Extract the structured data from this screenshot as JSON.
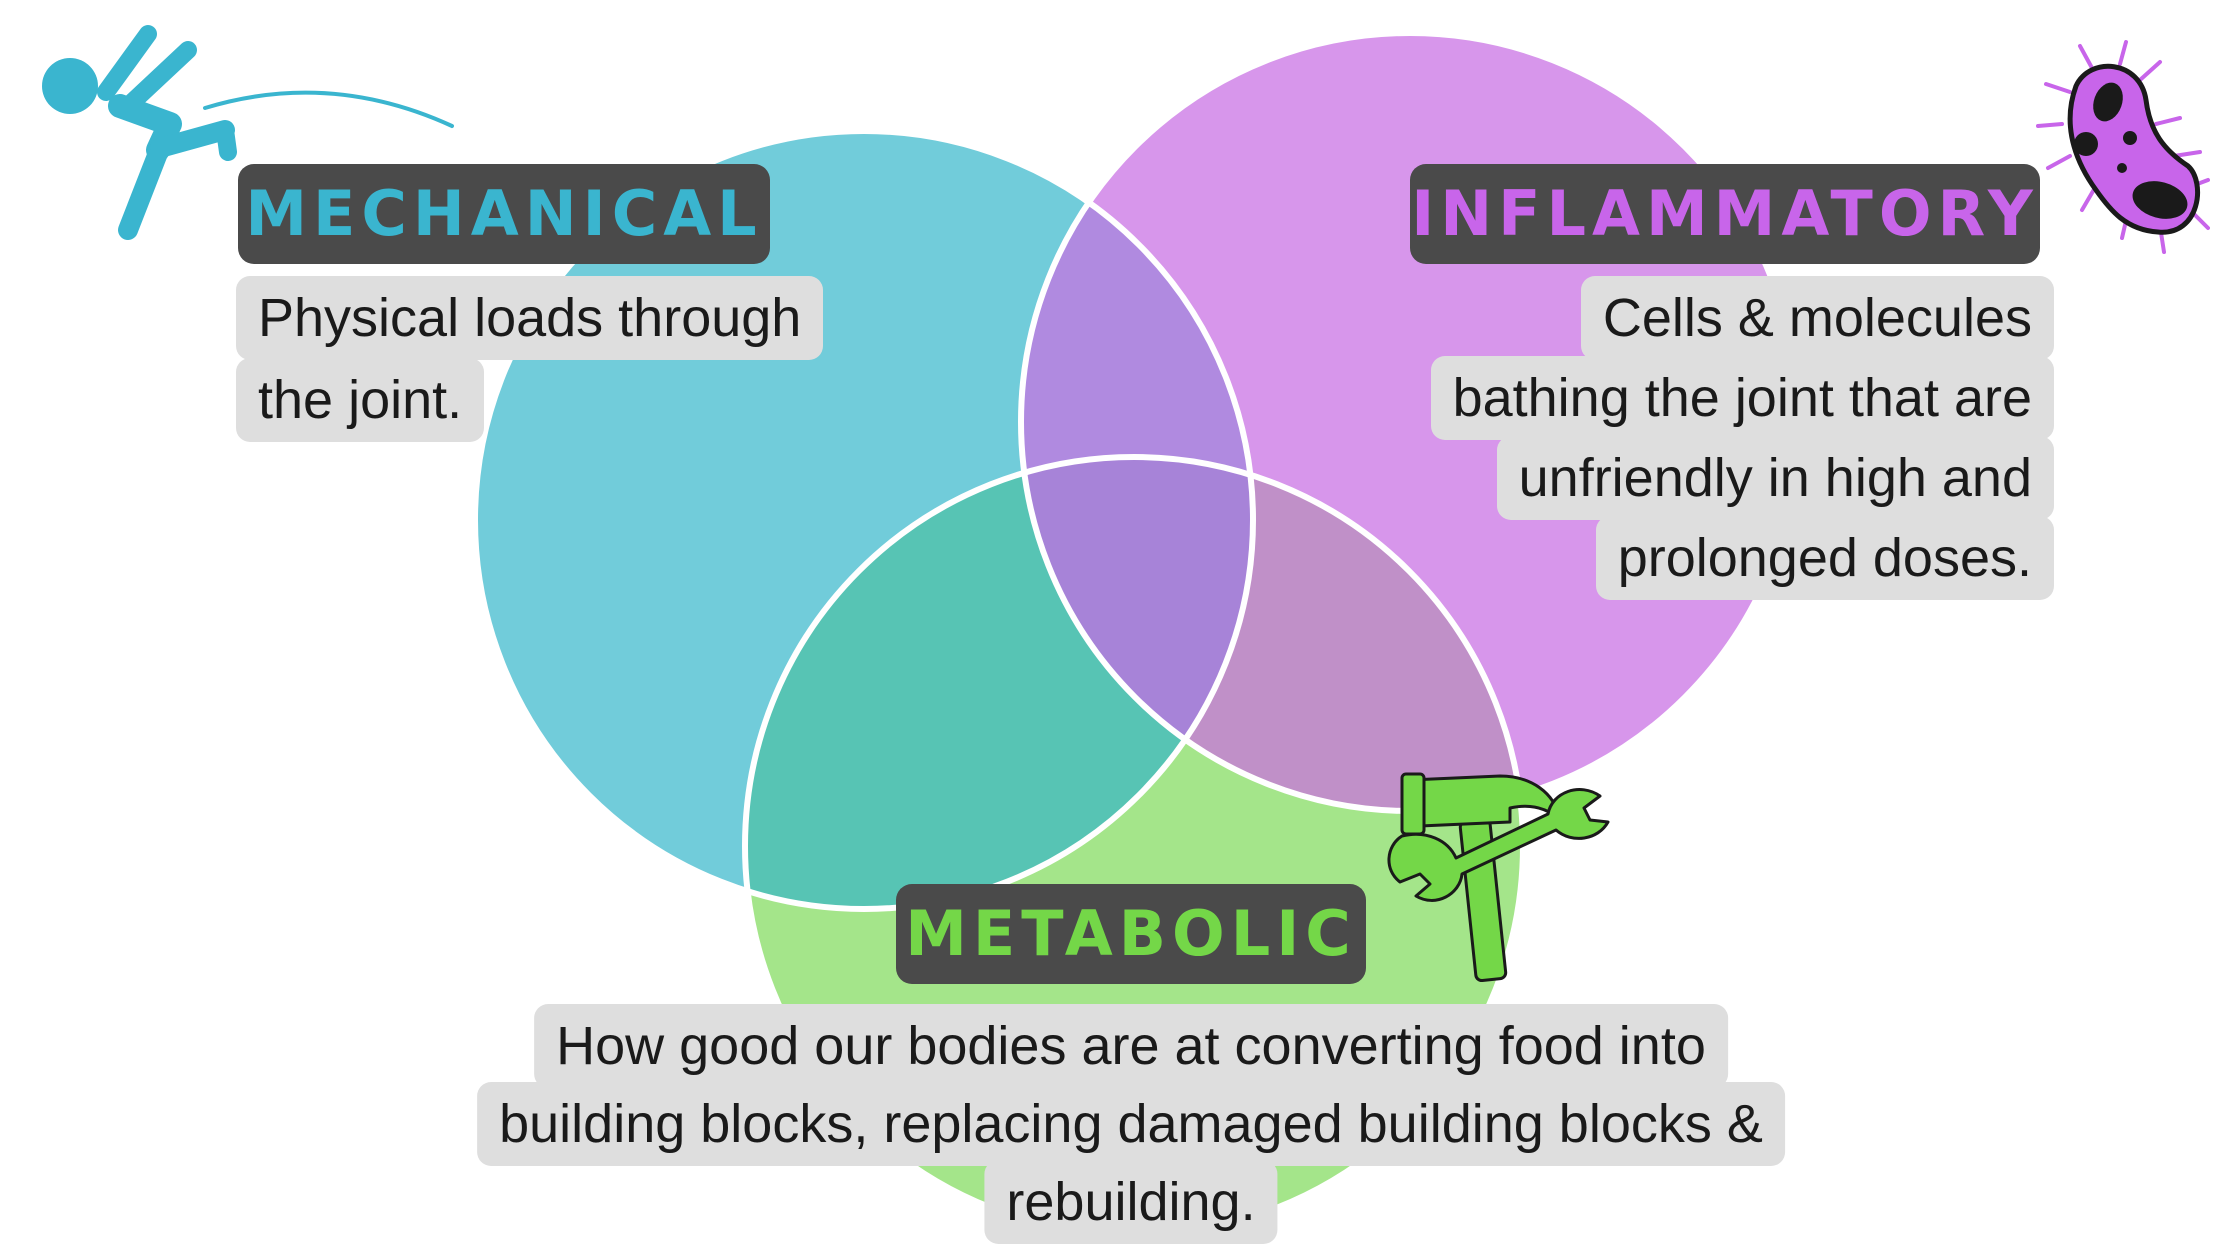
{
  "colors": {
    "mechanical": "#71ccda",
    "inflammatory": "#d796eb",
    "metabolic": "#a4e58a",
    "mech_infl": "#b08ae0",
    "mech_meta": "#57c4b4",
    "infl_meta": "#c090c8",
    "center": "#a783d8",
    "badge_bg": "#4a4a4a",
    "desc_bg": "#dedede",
    "mechanical_title": "#3ab5cf",
    "inflammatory_title": "#c865ea",
    "metabolic_title": "#74d748"
  },
  "sets": {
    "mechanical": {
      "title": "MECHANICAL",
      "lines": [
        "Physical loads through",
        "the joint."
      ],
      "icon": "jumping-person-icon"
    },
    "inflammatory": {
      "title": "INFLAMMATORY",
      "lines": [
        "Cells & molecules",
        "bathing the joint that are",
        "unfriendly in high and",
        "prolonged doses."
      ],
      "icon": "bacteria-icon"
    },
    "metabolic": {
      "title": "METABOLIC",
      "lines": [
        "How good our bodies are at converting food into",
        "building blocks, replacing damaged building blocks &",
        "rebuilding."
      ],
      "icon": "hammer-wrench-icon"
    }
  }
}
